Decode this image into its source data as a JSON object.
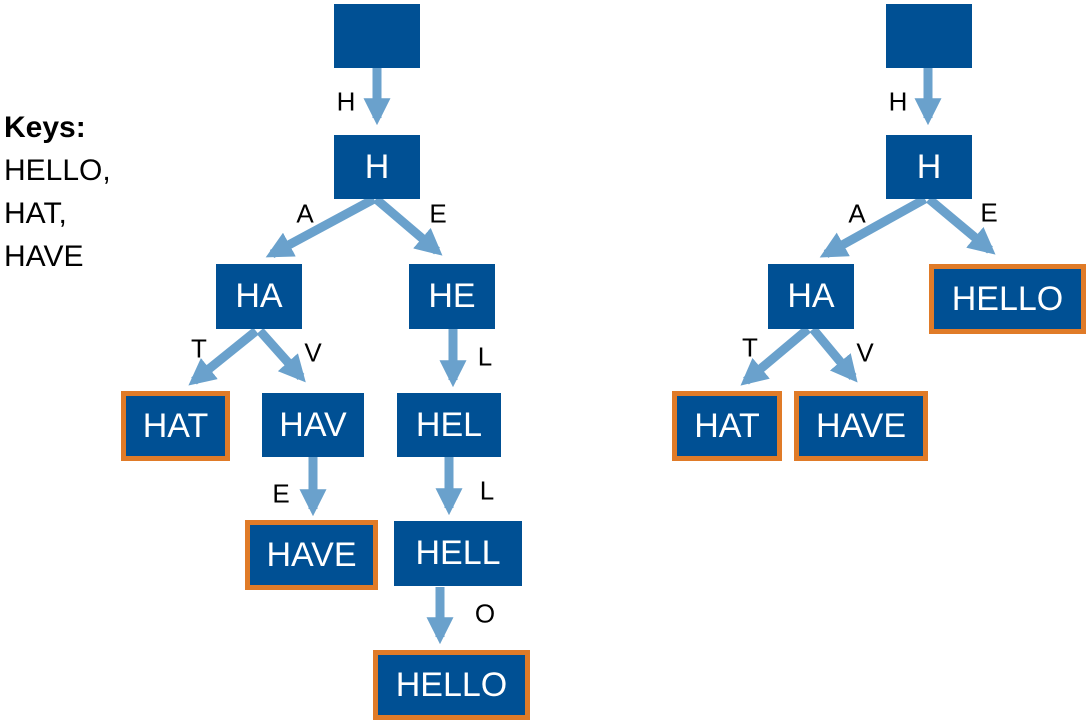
{
  "keys": {
    "title": "Keys:",
    "items": [
      "HELLO,",
      "HAT,",
      "HAVE"
    ]
  },
  "colors": {
    "node_fill": "#005094",
    "node_text": "#ffffff",
    "terminal_border": "#e07b28",
    "edge": "#6aa1cc"
  },
  "trie_left": {
    "nodes": {
      "root": "",
      "h": "H",
      "ha": "HA",
      "he": "HE",
      "hat": "HAT",
      "hav": "HAV",
      "hel": "HEL",
      "have": "HAVE",
      "hell": "HELL",
      "hello": "HELLO"
    },
    "edge_labels": {
      "root_h": "H",
      "h_ha": "A",
      "h_he": "E",
      "ha_hat": "T",
      "ha_hav": "V",
      "he_hel": "L",
      "hav_have": "E",
      "hel_hell": "L",
      "hell_hello": "O"
    }
  },
  "trie_right": {
    "nodes": {
      "root": "",
      "h": "H",
      "ha": "HA",
      "hello": "HELLO",
      "hat": "HAT",
      "have": "HAVE"
    },
    "edge_labels": {
      "root_h": "H",
      "h_ha": "A",
      "h_hello": "E",
      "ha_hat": "T",
      "ha_have": "V"
    }
  }
}
